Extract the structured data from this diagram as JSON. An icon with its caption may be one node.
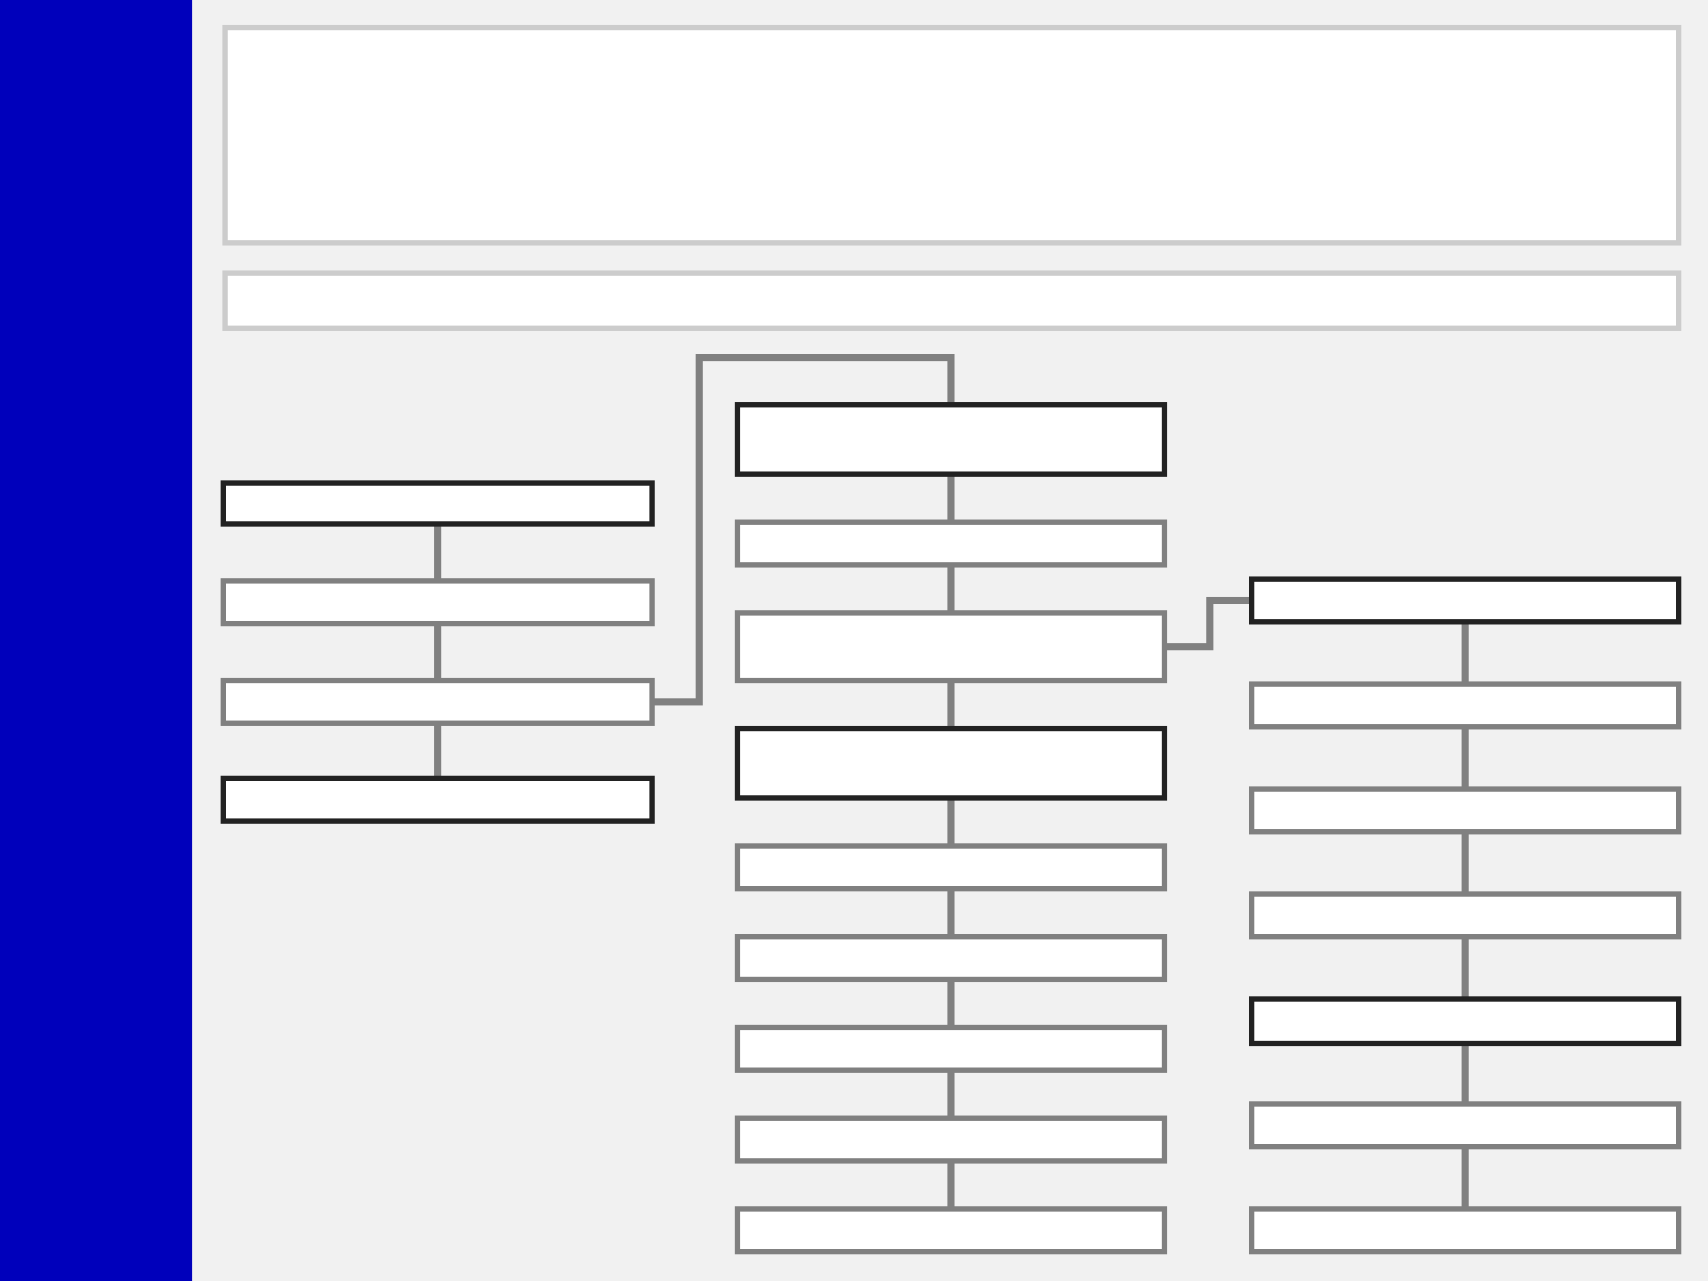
{
  "diagram": {
    "nodes": [
      {
        "text": [],
        "shape": "box"
      },
      {
        "text": [],
        "shape": "box"
      },
      {
        "text": [],
        "shape": "box"
      },
      {
        "text": [],
        "shape": "box"
      },
      {
        "text": [],
        "shape": "box"
      },
      {
        "text": [],
        "shape": "box"
      },
      {
        "text": [],
        "shape": "box"
      },
      {
        "text": [],
        "shape": "box"
      },
      {
        "text": [],
        "shape": "box"
      },
      {
        "text": [],
        "shape": "box"
      },
      {
        "text": [],
        "shape": "box"
      },
      {
        "text": [],
        "shape": "box"
      },
      {
        "text": [],
        "shape": "box"
      },
      {
        "text": [],
        "shape": "box"
      },
      {
        "text": [],
        "shape": "box"
      },
      {
        "text": [],
        "shape": "box"
      },
      {
        "text": [],
        "shape": "box"
      },
      {
        "text": [],
        "shape": "box"
      },
      {
        "text": [],
        "shape": "box"
      },
      {
        "text": [],
        "shape": "box"
      },
      {
        "text": [],
        "shape": "box"
      },
      {
        "text": [],
        "shape": "box"
      },
      {
        "text": [],
        "shape": "bar"
      }
    ],
    "edges": [
      {
        "from": 2,
        "to": 3,
        "arrow": "none"
      },
      {
        "from": 3,
        "to": 4,
        "arrow": "none"
      },
      {
        "from": 4,
        "to": 5,
        "arrow": "none"
      },
      {
        "from": 4,
        "to": 6,
        "arrow": "none"
      },
      {
        "from": 6,
        "to": 7,
        "arrow": "none"
      },
      {
        "from": 7,
        "to": 8,
        "arrow": "none"
      },
      {
        "from": 8,
        "to": 9,
        "arrow": "none"
      },
      {
        "from": 9,
        "to": 10,
        "arrow": "none"
      },
      {
        "from": 10,
        "to": 11,
        "arrow": "none"
      },
      {
        "from": 11,
        "to": 12,
        "arrow": "none"
      },
      {
        "from": 12,
        "to": 13,
        "arrow": "none"
      },
      {
        "from": 13,
        "to": 14,
        "arrow": "none"
      },
      {
        "from": 8,
        "to": 15,
        "arrow": "none"
      },
      {
        "from": 15,
        "to": 16,
        "arrow": "none"
      },
      {
        "from": 16,
        "to": 17,
        "arrow": "none"
      },
      {
        "from": 17,
        "to": 18,
        "arrow": "none"
      },
      {
        "from": 18,
        "to": 19,
        "arrow": "none"
      },
      {
        "from": 19,
        "to": 20,
        "arrow": "none"
      },
      {
        "from": 20,
        "to": 21,
        "arrow": "none"
      }
    ]
  }
}
